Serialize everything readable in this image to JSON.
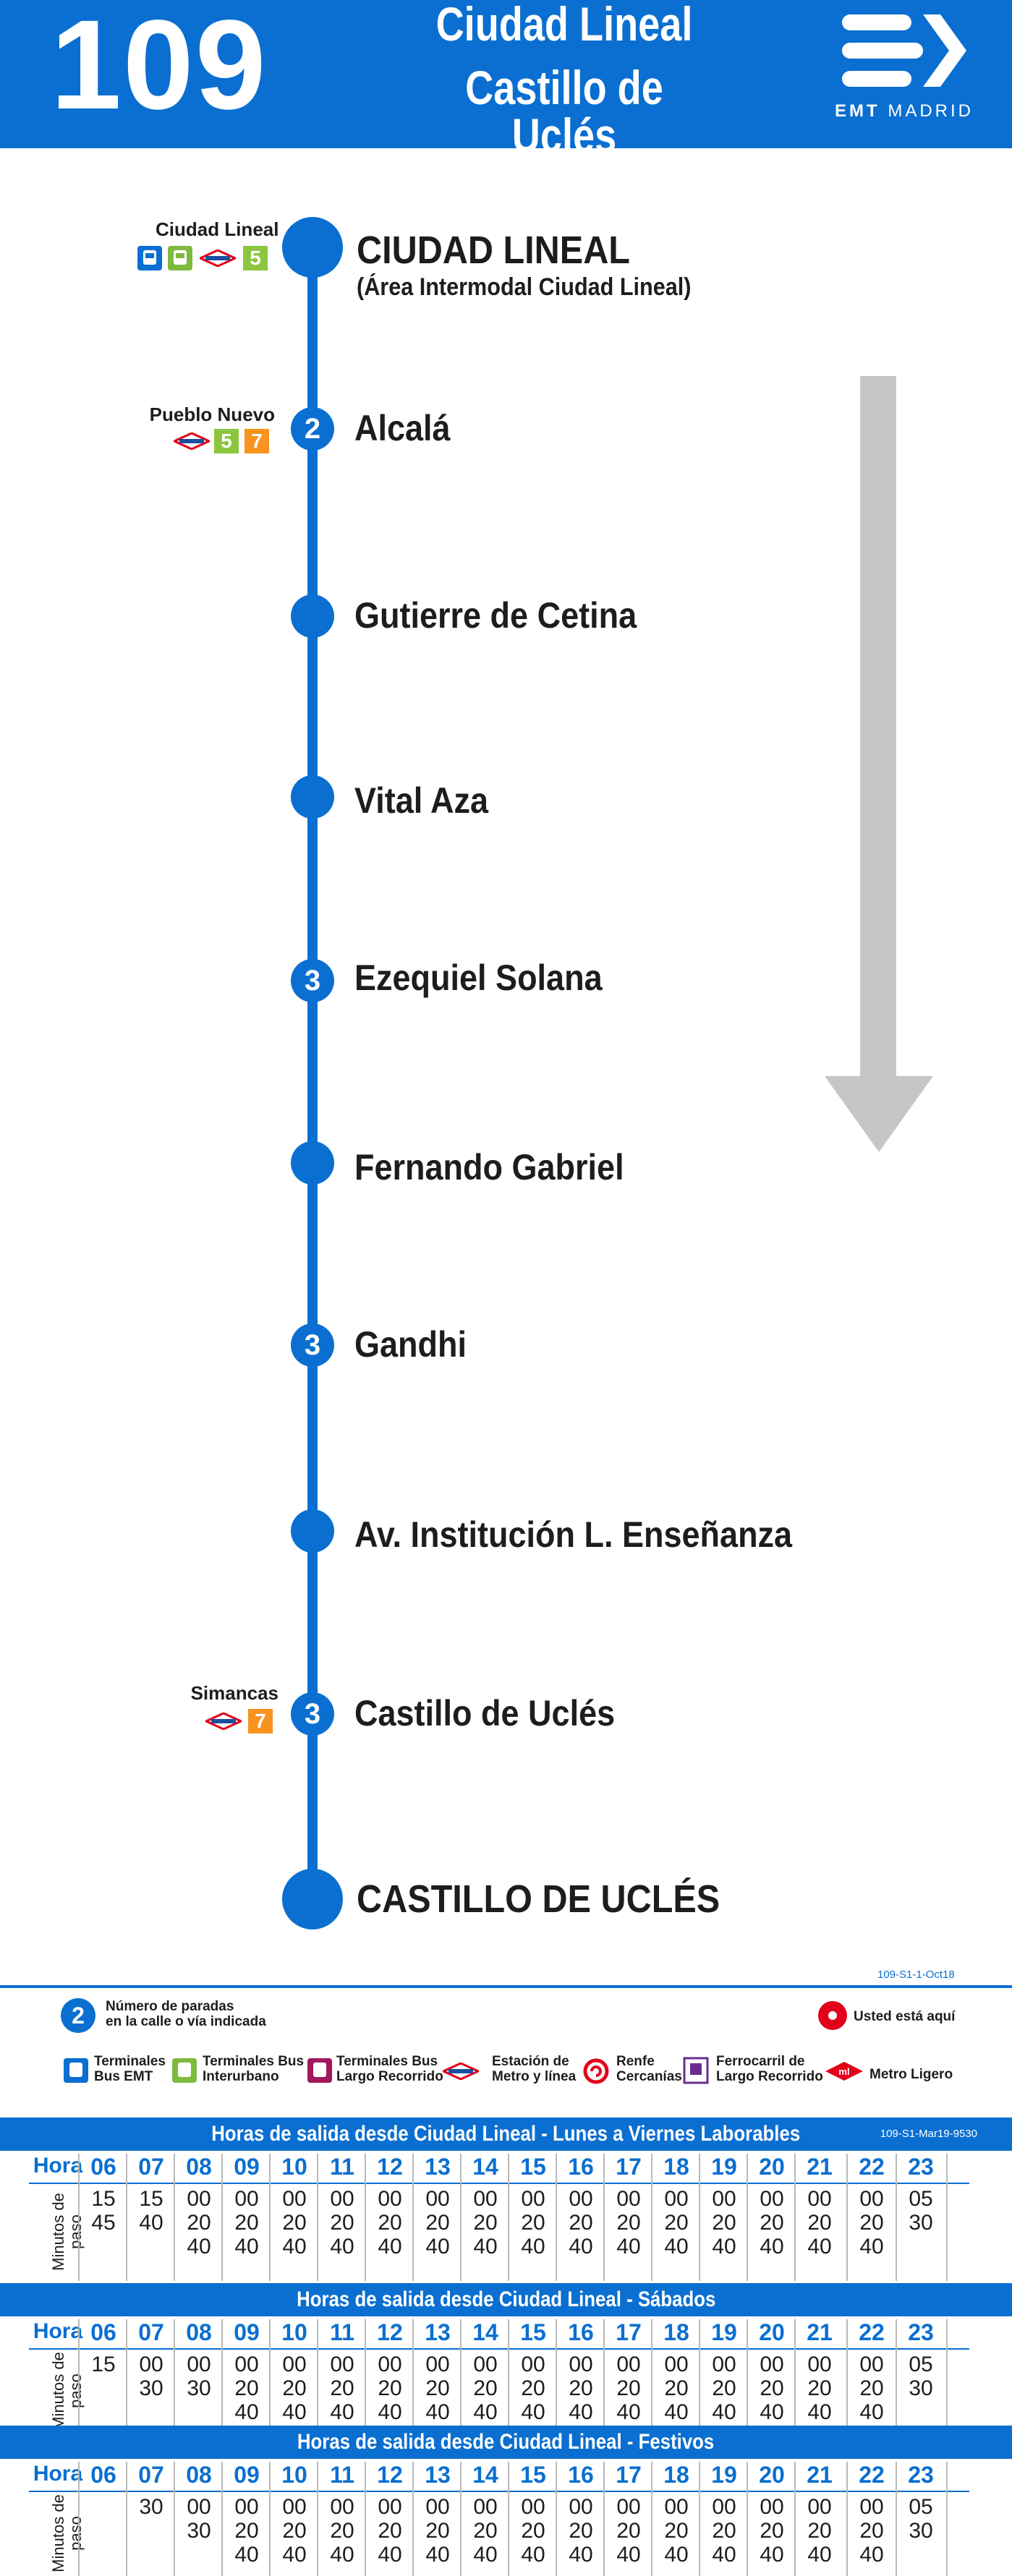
{
  "header": {
    "route_number": "109",
    "destination_1": "Ciudad Lineal",
    "destination_2": "Castillo de Uclés",
    "logo_text": "EMT MADRID",
    "logo_sub": "MADRID",
    "logo_emt": "EMT"
  },
  "stops": [
    {
      "name": "CIUDAD LINEAL",
      "sub": "(Área Intermodal Ciudad Lineal)",
      "badge": ""
    },
    {
      "name": "Alcalá",
      "badge": "2"
    },
    {
      "name": "Gutierre de Cetina",
      "badge": ""
    },
    {
      "name": "Vital Aza",
      "badge": ""
    },
    {
      "name": "Ezequiel Solana",
      "badge": "3"
    },
    {
      "name": "Fernando Gabriel",
      "badge": ""
    },
    {
      "name": "Gandhi",
      "badge": "3"
    },
    {
      "name": "Av. Institución L. Enseñanza",
      "badge": ""
    },
    {
      "name": "Castillo de Uclés",
      "badge": "3"
    },
    {
      "name": "CASTILLO DE UCLÉS",
      "badge": ""
    }
  ],
  "connections": {
    "ciudad_lineal": {
      "label": "Ciudad Lineal",
      "line": "5"
    },
    "pueblo_nuevo": {
      "label": "Pueblo Nuevo",
      "line_a": "5",
      "line_b": "7"
    },
    "simancas": {
      "label": "Simancas",
      "line": "7"
    }
  },
  "map_code": "109-S1-1-Oct18",
  "legend": {
    "stops_count_num": "2",
    "stops_count": "Número de paradas\nen la calle o vía indicada",
    "you_are_here": "Usted está aquí",
    "terminal_emt": "Terminales\nBus EMT",
    "terminal_interurban": "Terminales Bus\nInterurbano",
    "terminal_long": "Terminales Bus\nLargo Recorrido",
    "metro": "Estación de\nMetro y línea",
    "renfe": "Renfe\nCercanías",
    "long_rail": "Ferrocarril de\nLargo Recorrido",
    "light_rail": "Metro Ligero"
  },
  "timetables": [
    {
      "title": "Horas de salida desde Ciudad Lineal - Lunes a Viernes Laborables",
      "code": "109-S1-Mar19-9530",
      "hour_label": "Hora",
      "minutes_label": "Minutos de paso",
      "hours": [
        "06",
        "07",
        "08",
        "09",
        "10",
        "11",
        "12",
        "13",
        "14",
        "15",
        "16",
        "17",
        "18",
        "19",
        "20",
        "21",
        "22",
        "23"
      ],
      "minutes": [
        "15\n45",
        "15\n40",
        "00\n20\n40",
        "00\n20\n40",
        "00\n20\n40",
        "00\n20\n40",
        "00\n20\n40",
        "00\n20\n40",
        "00\n20\n40",
        "00\n20\n40",
        "00\n20\n40",
        "00\n20\n40",
        "00\n20\n40",
        "00\n20\n40",
        "00\n20\n40",
        "00\n20\n40",
        "00\n20\n40",
        "05\n30"
      ]
    },
    {
      "title": "Horas de salida desde Ciudad Lineal - Sábados",
      "code": "",
      "hour_label": "Hora",
      "minutes_label": "Minutos de paso",
      "hours": [
        "06",
        "07",
        "08",
        "09",
        "10",
        "11",
        "12",
        "13",
        "14",
        "15",
        "16",
        "17",
        "18",
        "19",
        "20",
        "21",
        "22",
        "23"
      ],
      "minutes": [
        "15",
        "00\n30",
        "00\n30",
        "00\n20\n40",
        "00\n20\n40",
        "00\n20\n40",
        "00\n20\n40",
        "00\n20\n40",
        "00\n20\n40",
        "00\n20\n40",
        "00\n20\n40",
        "00\n20\n40",
        "00\n20\n40",
        "00\n20\n40",
        "00\n20\n40",
        "00\n20\n40",
        "00\n20\n40",
        "05\n30"
      ]
    },
    {
      "title": "Horas de salida desde Ciudad Lineal - Festivos",
      "code": "",
      "hour_label": "Hora",
      "minutes_label": "Minutos de paso",
      "hours": [
        "06",
        "07",
        "08",
        "09",
        "10",
        "11",
        "12",
        "13",
        "14",
        "15",
        "16",
        "17",
        "18",
        "19",
        "20",
        "21",
        "22",
        "23"
      ],
      "minutes": [
        "",
        "30",
        "00\n30",
        "00\n20\n40",
        "00\n20\n40",
        "00\n20\n40",
        "00\n20\n40",
        "00\n20\n40",
        "00\n20\n40",
        "00\n20\n40",
        "00\n20\n40",
        "00\n20\n40",
        "00\n20\n40",
        "00\n20\n40",
        "00\n20\n40",
        "00\n20\n40",
        "00\n20\n40",
        "05\n30"
      ]
    }
  ],
  "colors": {
    "brand_blue": "#0a6fd1",
    "arrow_gray": "#c6c6c6",
    "metro_red": "#e2001a",
    "line5_green": "#8cc63f",
    "line7_orange": "#f7931e"
  }
}
